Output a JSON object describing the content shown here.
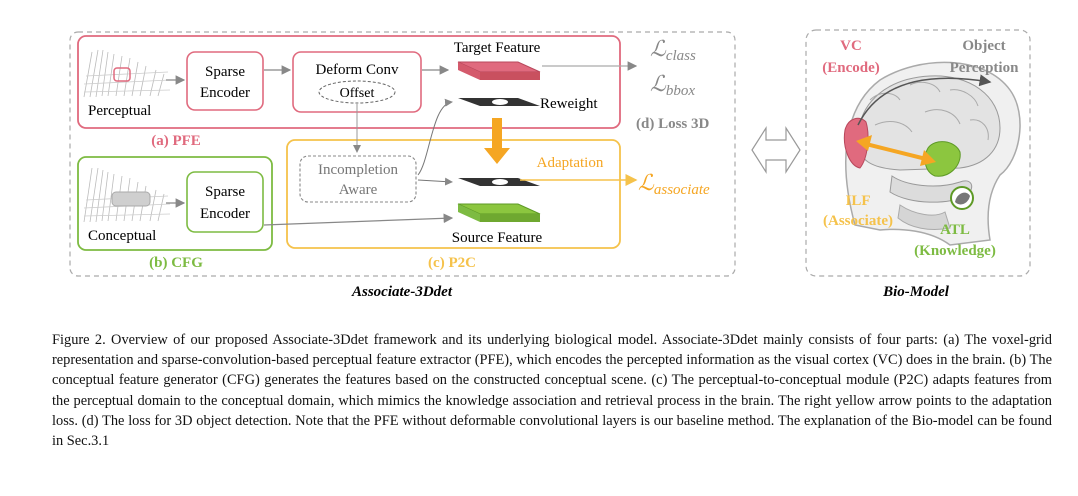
{
  "diagram": {
    "perceptual_label": "Perceptual",
    "conceptual_label": "Conceptual",
    "pfe_sparse_encoder": [
      "Sparse",
      "Encoder"
    ],
    "cfg_sparse_encoder": [
      "Sparse",
      "Encoder"
    ],
    "deform_conv": "Deform Conv",
    "offset": "Offset",
    "target_feature": "Target Feature",
    "reweight": "Reweight",
    "loss_class": "ℒ",
    "loss_class_sub": "class",
    "loss_bbox": "ℒ",
    "loss_bbox_sub": "bbox",
    "loss_3d_title": "(d) Loss 3D",
    "pfe_title": "(a) PFE",
    "incompletion": [
      "Incompletion",
      "Aware"
    ],
    "adaptation": "Adaptation",
    "loss_associate": "ℒ",
    "loss_associate_sub": "associate",
    "source_feature": "Source Feature",
    "cfg_title": "(b) CFG",
    "p2c_title": "(c) P2C",
    "framework_title": "Associate-3Ddet",
    "colors": {
      "pfe": "#e06a7e",
      "cfg": "#7dbb42",
      "p2c": "#f5c24b",
      "arrow": "#f5a623",
      "gray_text": "#888888"
    }
  },
  "bio": {
    "vc": "VC",
    "vc_sub": "(Encode)",
    "object": "Object",
    "perception": "Perception",
    "ilf": "ILF",
    "ilf_sub": "(Associate)",
    "atl": "ATL",
    "atl_sub": "(Knowledge)",
    "title": "Bio-Model"
  },
  "caption": {
    "text": "Figure 2.  Overview of our proposed Associate-3Ddet framework and its underlying biological model. Associate-3Ddet mainly consists of four parts: (a) The voxel-grid representation and sparse-convolution-based perceptual feature extractor (PFE), which encodes the percepted information as the visual cortex (VC) does in the brain. (b) The conceptual feature generator (CFG) generates the features based on the constructed conceptual scene. (c) The perceptual-to-conceptual module (P2C) adapts features from the perceptual domain to the conceptual domain, which mimics the knowledge association and retrieval process in the brain. The right yellow arrow points to the adaptation loss. (d) The loss for 3D object detection. Note that the PFE without deformable convolutional layers is our baseline method. The explanation of the Bio-model can be found in Sec.3.1"
  }
}
